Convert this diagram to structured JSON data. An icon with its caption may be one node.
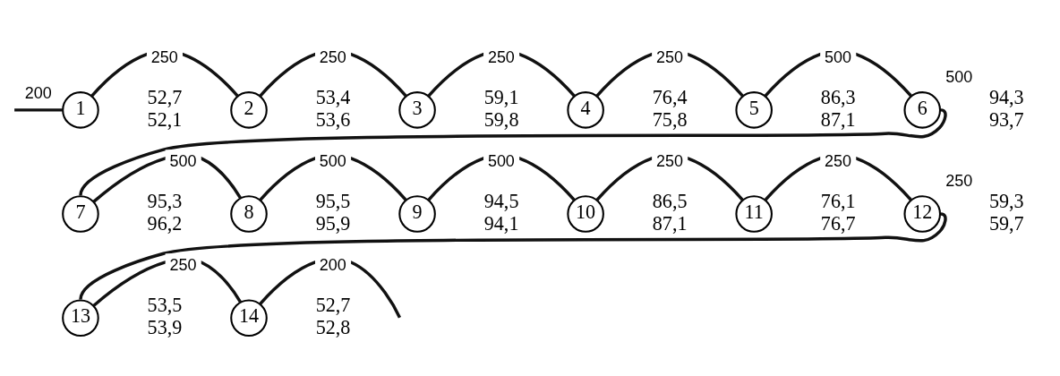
{
  "diagram": {
    "nodes": [
      {
        "text": [
          "1"
        ],
        "beside": [
          "52,7",
          "52,1"
        ]
      },
      {
        "text": [
          "2"
        ],
        "beside": [
          "53,4",
          "53,6"
        ]
      },
      {
        "text": [
          "3"
        ],
        "beside": [
          "59,1",
          "59,8"
        ]
      },
      {
        "text": [
          "4"
        ],
        "beside": [
          "76,4",
          "75,8"
        ]
      },
      {
        "text": [
          "5"
        ],
        "beside": [
          "86,3",
          "87,1"
        ]
      },
      {
        "text": [
          "6"
        ],
        "beside": [
          "94,3",
          "93,7"
        ]
      },
      {
        "text": [
          "7"
        ],
        "beside": [
          "95,3",
          "96,2"
        ]
      },
      {
        "text": [
          "8"
        ],
        "beside": [
          "95,5",
          "95,9"
        ]
      },
      {
        "text": [
          "9"
        ],
        "beside": [
          "94,5",
          "94,1"
        ]
      },
      {
        "text": [
          "10"
        ],
        "beside": [
          "86,5",
          "87,1"
        ]
      },
      {
        "text": [
          "11"
        ],
        "beside": [
          "76,1",
          "76,7"
        ]
      },
      {
        "text": [
          "12"
        ],
        "beside": [
          "59,3",
          "59,7"
        ]
      },
      {
        "text": [
          "13"
        ],
        "beside": [
          "53,5",
          "53,9"
        ]
      },
      {
        "text": [
          "14"
        ],
        "beside": [
          "52,7",
          "52,8"
        ]
      }
    ],
    "edges": [
      {
        "from": null,
        "to": 0,
        "arrow": "none",
        "label": "200"
      },
      {
        "from": 0,
        "to": 1,
        "arrow": "none",
        "label": "250"
      },
      {
        "from": 1,
        "to": 2,
        "arrow": "none",
        "label": "250"
      },
      {
        "from": 2,
        "to": 3,
        "arrow": "none",
        "label": "250"
      },
      {
        "from": 3,
        "to": 4,
        "arrow": "none",
        "label": "250"
      },
      {
        "from": 4,
        "to": 5,
        "arrow": "none",
        "label": "500"
      },
      {
        "from": 5,
        "to": 6,
        "arrow": "none",
        "label": "500"
      },
      {
        "from": 6,
        "to": 7,
        "arrow": "none",
        "label": "500"
      },
      {
        "from": 7,
        "to": 8,
        "arrow": "none",
        "label": "500"
      },
      {
        "from": 8,
        "to": 9,
        "arrow": "none",
        "label": "500"
      },
      {
        "from": 9,
        "to": 10,
        "arrow": "none",
        "label": "250"
      },
      {
        "from": 10,
        "to": 11,
        "arrow": "none",
        "label": "250"
      },
      {
        "from": 11,
        "to": 12,
        "arrow": "none",
        "label": "250"
      },
      {
        "from": 12,
        "to": 13,
        "arrow": "none",
        "label": "250"
      },
      {
        "from": 13,
        "to": null,
        "arrow": "none",
        "label": "200"
      }
    ]
  }
}
